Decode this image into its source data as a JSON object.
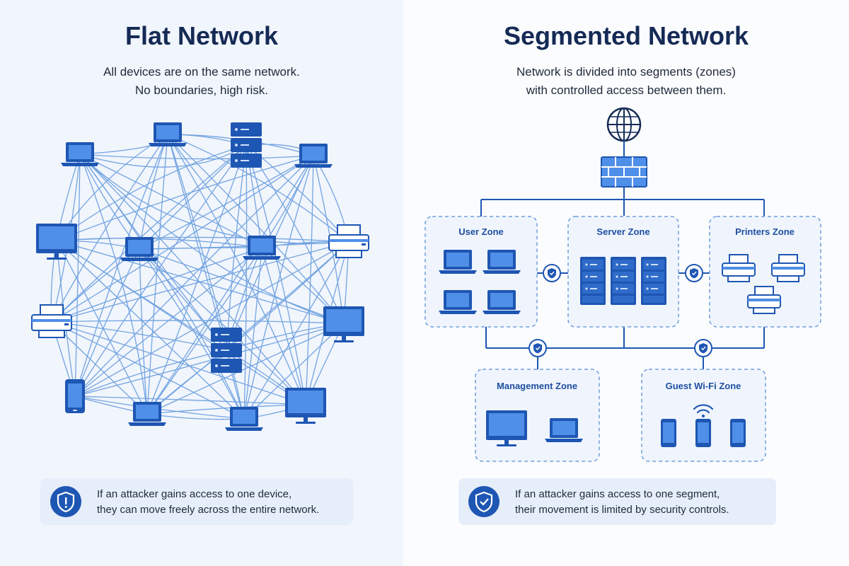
{
  "left": {
    "title": "Flat Network",
    "subtitle_line1": "All devices are on the same network.",
    "subtitle_line2": "No boundaries, high risk.",
    "note_line1": "If an attacker gains access to one device,",
    "note_line2": "they can move freely across the entire network.",
    "note_icon": "shield-alert-icon"
  },
  "right": {
    "title": "Segmented Network",
    "subtitle_line1": "Network is divided into segments (zones)",
    "subtitle_line2": "with controlled access between them.",
    "zones": {
      "user": "User Zone",
      "server": "Server Zone",
      "printers": "Printers Zone",
      "management": "Management Zone",
      "guest": "Guest Wi-Fi Zone"
    },
    "note_line1": "If an attacker gains access to one segment,",
    "note_line2": "their movement is limited by security controls.",
    "note_icon": "shield-check-icon"
  },
  "colors": {
    "primary": "#1e56b3",
    "screen": "#4f8fe8",
    "title": "#152a55",
    "mesh": "#4a8ad8",
    "zone_border": "#6f9fdc",
    "zone_fill": "#f0f5fd"
  }
}
